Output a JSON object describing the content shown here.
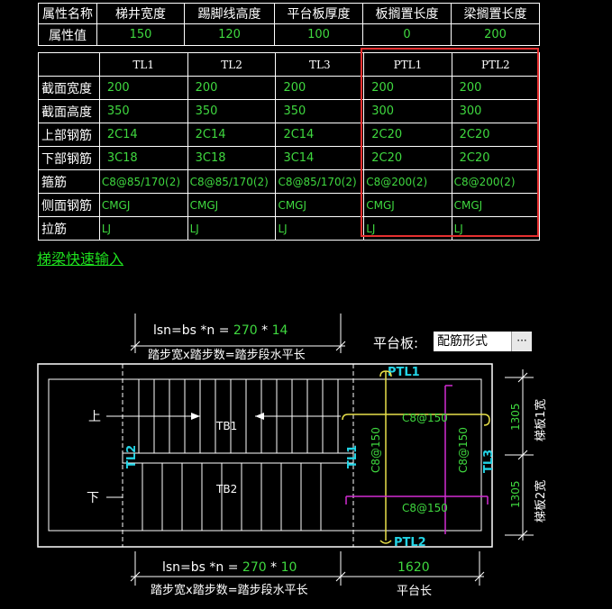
{
  "attr_table": {
    "headers": [
      "属性名称",
      "梯井宽度",
      "踢脚线高度",
      "平台板厚度",
      "板搁置长度",
      "梁搁置长度"
    ],
    "row_label": "属性值",
    "values": [
      "150",
      "120",
      "100",
      "0",
      "200"
    ]
  },
  "beam_table": {
    "columns": [
      "TL1",
      "TL2",
      "TL3",
      "PTL1",
      "PTL2"
    ],
    "rows": [
      {
        "label": "截面宽度",
        "values": [
          "200",
          "200",
          "200",
          "200",
          "200"
        ]
      },
      {
        "label": "截面高度",
        "values": [
          "350",
          "350",
          "350",
          "300",
          "300"
        ]
      },
      {
        "label": "上部钢筋",
        "values": [
          "2C14",
          "2C14",
          "2C14",
          "2C20",
          "2C20"
        ]
      },
      {
        "label": "下部钢筋",
        "values": [
          "3C18",
          "3C18",
          "3C14",
          "2C20",
          "2C20"
        ]
      },
      {
        "label": "箍筋",
        "values": [
          "C8@85/170(2)",
          "C8@85/170(2)",
          "C8@85/170(2)",
          "C8@200(2)",
          "C8@200(2)"
        ]
      },
      {
        "label": "侧面钢筋",
        "values": [
          "CMGJ",
          "CMGJ",
          "CMGJ",
          "CMGJ",
          "CMGJ"
        ]
      },
      {
        "label": "拉筋",
        "values": [
          "LJ",
          "LJ",
          "LJ",
          "LJ",
          "LJ"
        ]
      }
    ]
  },
  "quick_input_link": "梯梁快速输入",
  "platform_slab": {
    "label": "平台板:",
    "selected": "配筋形式",
    "button": "···"
  },
  "diagram": {
    "top_formula_prefix": "lsn=bs *n = ",
    "top_bs": "270",
    "top_n": "14",
    "top_caption": "踏步宽x踏步数=踏步段水平长",
    "bottom_formula_prefix": "lsn=bs *n = ",
    "bottom_bs": "270",
    "bottom_n": "10",
    "bottom_caption": "踏步宽x踏步数=踏步段水平长",
    "up_label": "上",
    "down_label": "下",
    "tb1": "TB1",
    "tb2": "TB2",
    "tl1": "TL1",
    "tl2": "TL2",
    "tl3": "TL3",
    "ptl1": "PTL1",
    "ptl2": "PTL2",
    "rebar_top": "C8@150",
    "rebar_bottom": "C8@150",
    "rebar_left_vertical": "C8@150",
    "rebar_right_vertical": "C8@150",
    "dim_1305_top": "1305",
    "dim_1305_bottom": "1305",
    "flight1_width_label": "梯板1宽",
    "flight2_width_label": "梯板2宽",
    "platform_length_value": "1620",
    "platform_length_label": "平台长"
  },
  "colors": {
    "green": "#3fd83f",
    "cyan": "#23d4e6",
    "yellow": "#e8e04a",
    "magenta": "#d32cd3",
    "red": "#e53030"
  }
}
